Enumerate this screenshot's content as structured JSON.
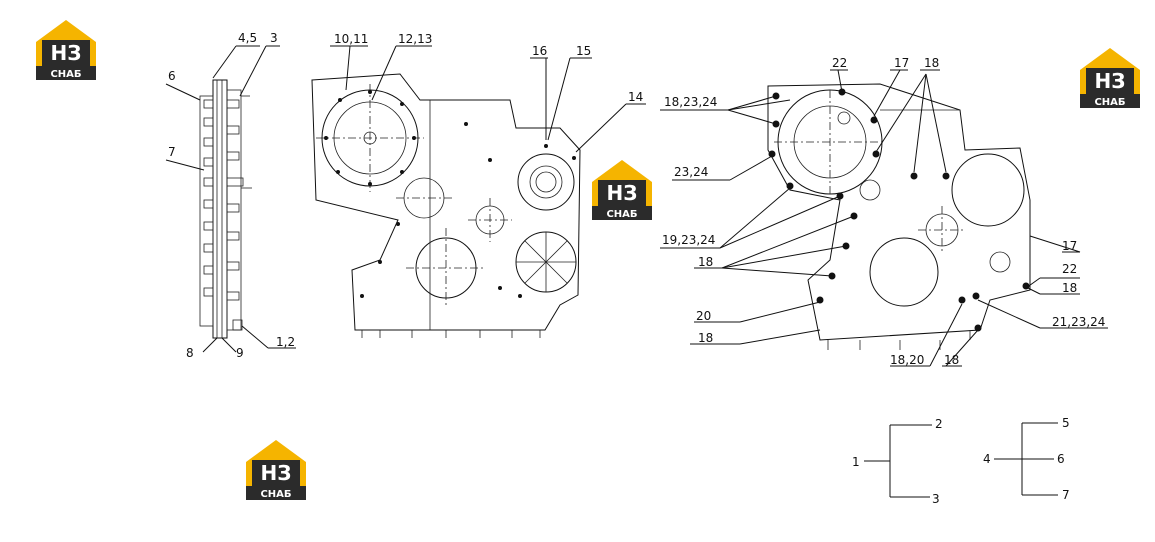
{
  "logo": {
    "letters": "НЗ",
    "word": "СНАБ",
    "colors": {
      "yellow": "#f5b400",
      "dark": "#2b2b2b"
    }
  },
  "side_view": {
    "labels": {
      "l45": "4,5",
      "l3": "3",
      "l6": "6",
      "l7": "7",
      "l12": "1,2",
      "l8": "8",
      "l9": "9"
    }
  },
  "middle_view": {
    "labels": {
      "l1011": "10,11",
      "l1213": "12,13",
      "l16": "16",
      "l15": "15",
      "l14": "14"
    }
  },
  "right_view": {
    "labels": {
      "l182324a": "18,23,24",
      "l22a": "22",
      "l17a": "17",
      "l18a": "18",
      "l2324": "23,24",
      "l192324": "19,23,24",
      "l18b": "18",
      "l17b": "17",
      "l22b": "22",
      "l18c": "18",
      "l20": "20",
      "l212324": "21,23,24",
      "l18d": "18",
      "l1820": "18,20",
      "l18e": "18"
    }
  },
  "kits": {
    "kit1": {
      "parent": "1",
      "children": [
        "2",
        "3"
      ]
    },
    "kit2": {
      "parent": "4",
      "children": [
        "5",
        "6",
        "7"
      ]
    }
  }
}
